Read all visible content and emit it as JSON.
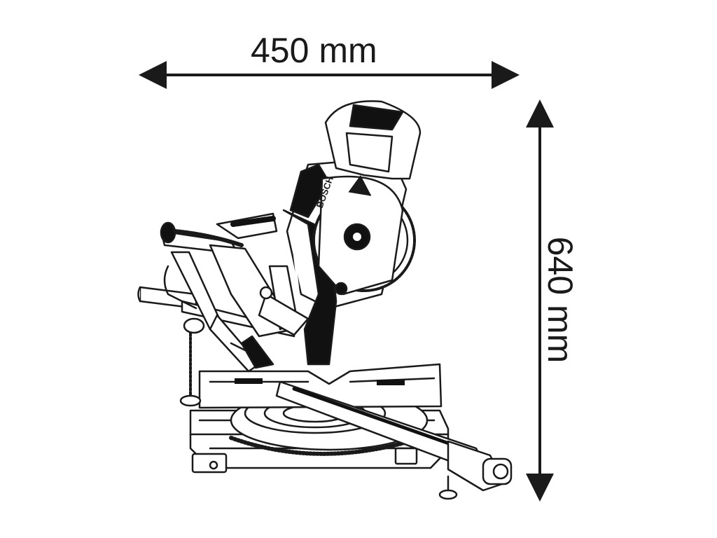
{
  "dimensions": {
    "width_label": "450 mm",
    "height_label": "640 mm"
  },
  "product": {
    "brand_mark": "BOSCH"
  },
  "colors": {
    "line": "#1a1a1a",
    "fill": "#ffffff",
    "dark": "#111111"
  }
}
